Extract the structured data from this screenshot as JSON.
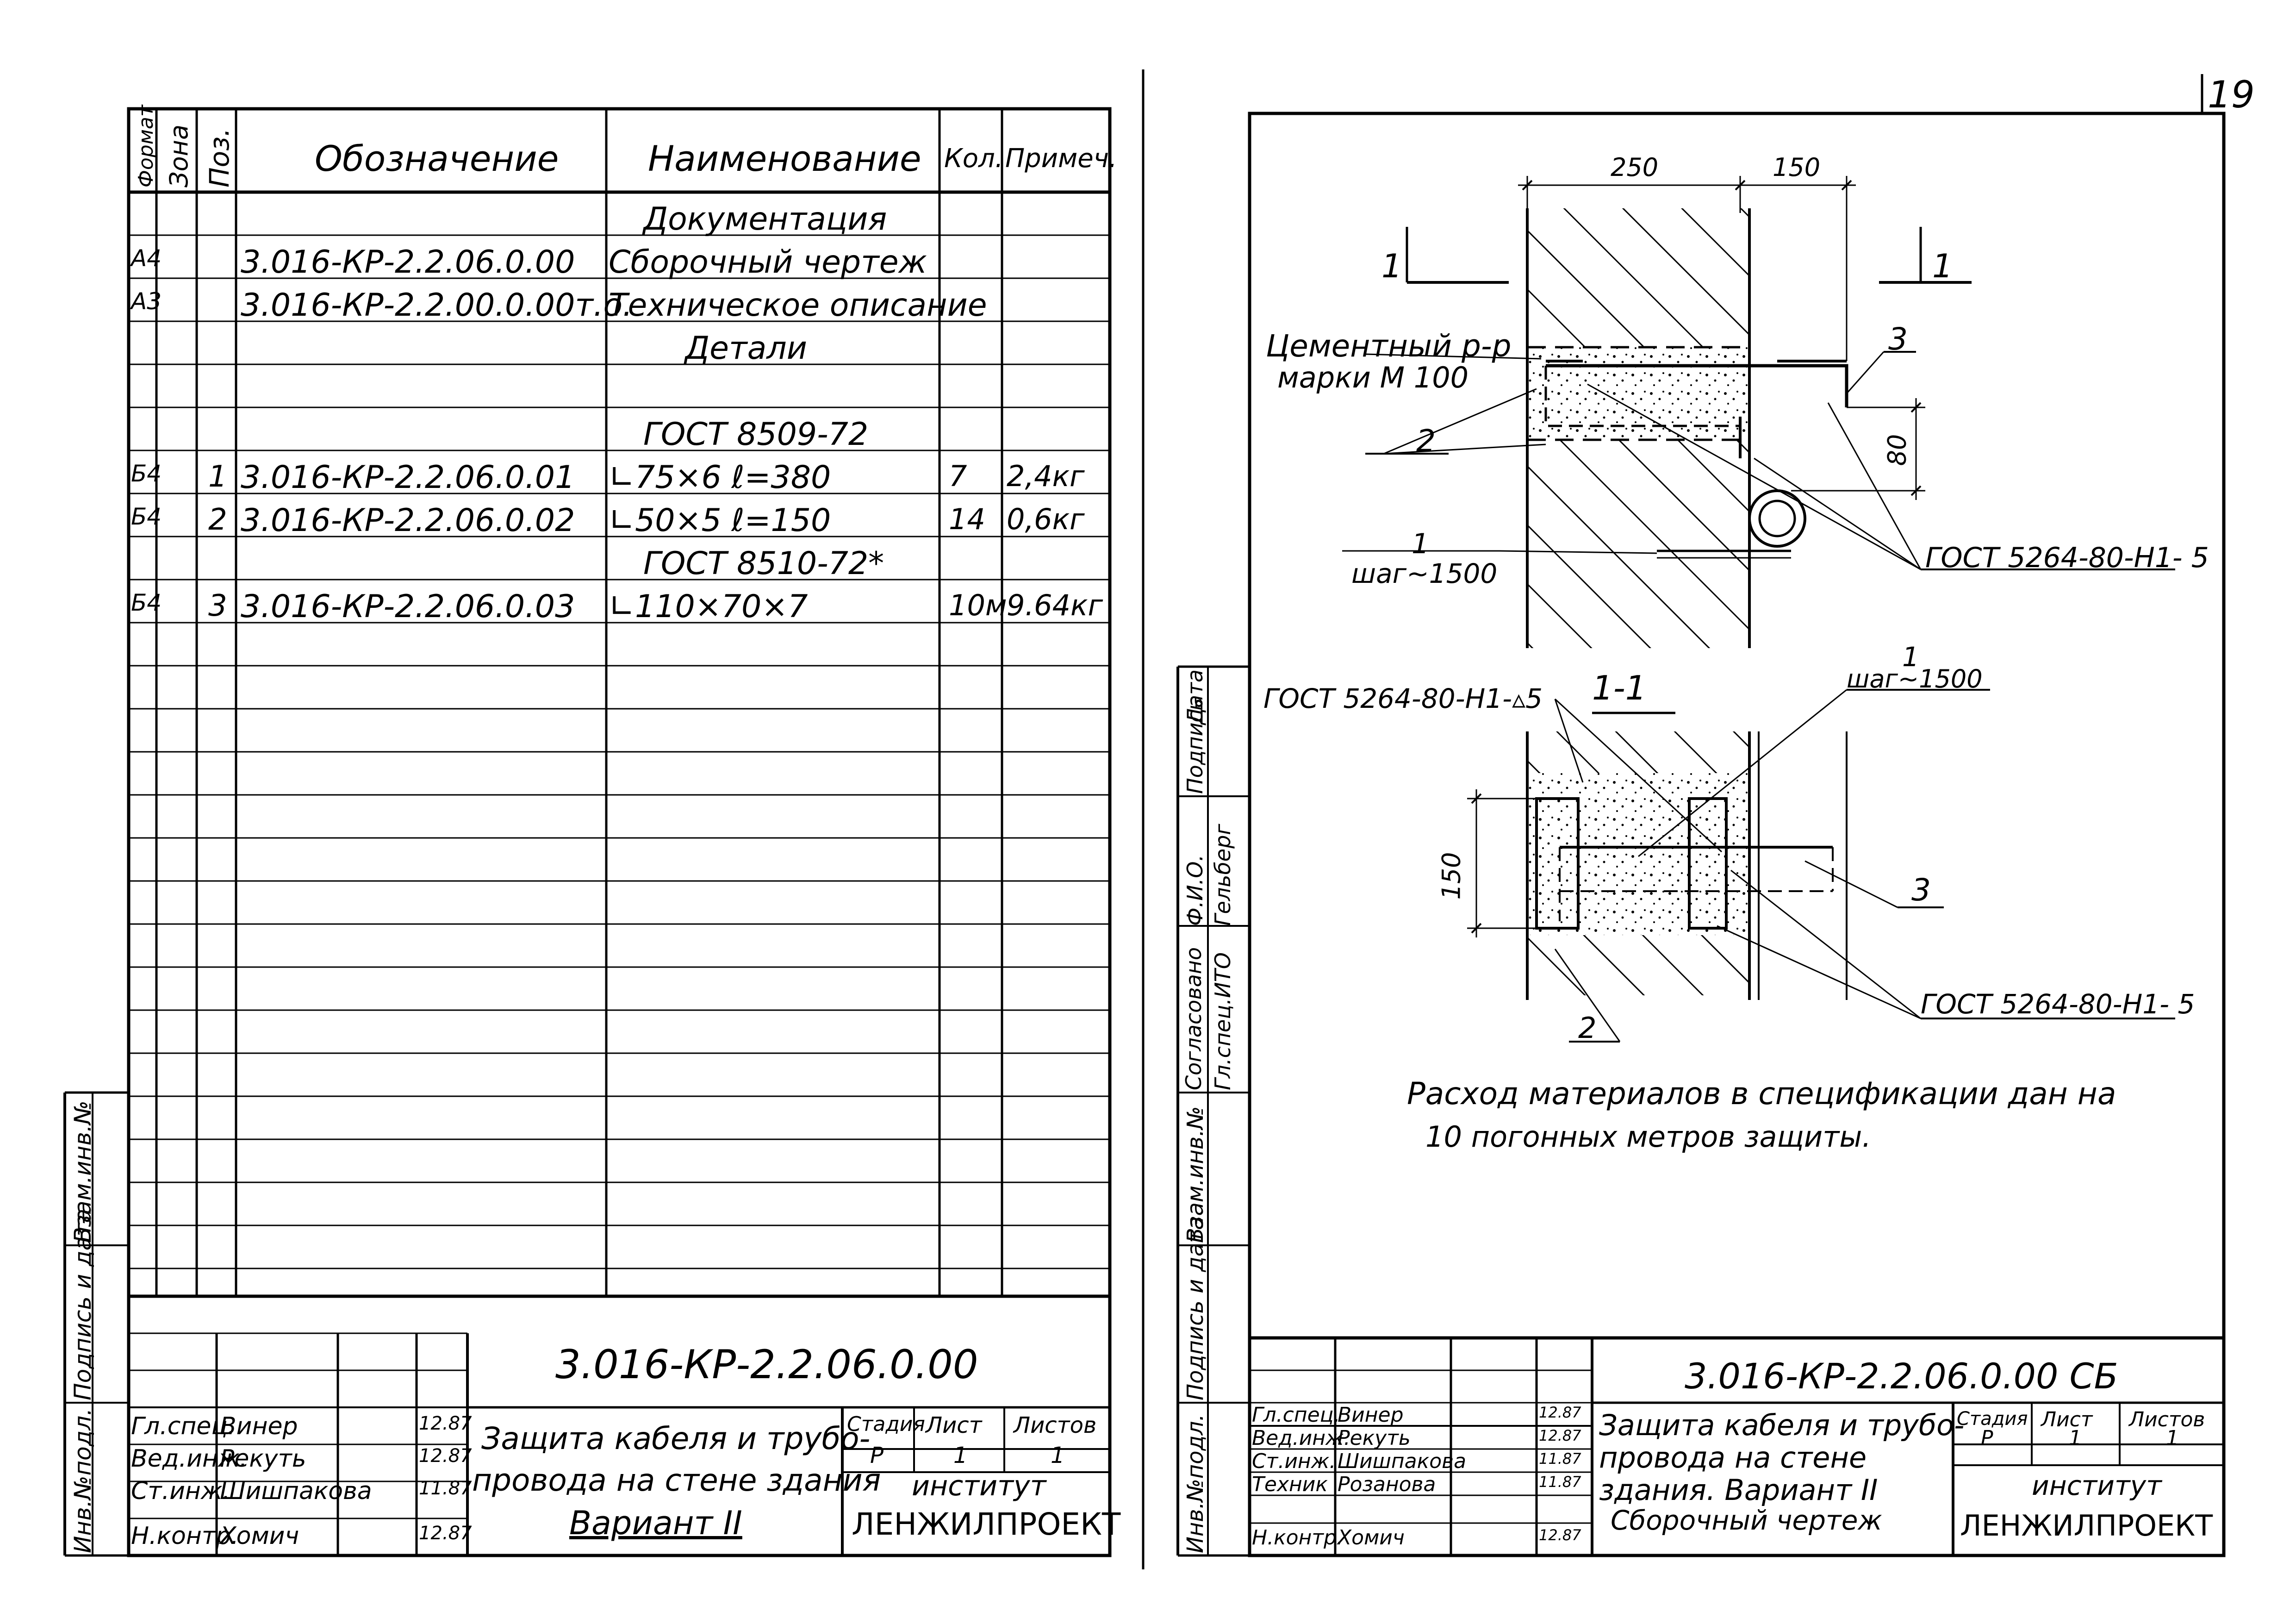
{
  "page_number": "19",
  "spec": {
    "headers": {
      "format": "Формат",
      "zone": "Зона",
      "pos": "Поз.",
      "designation": "Обозначение",
      "name": "Наименование",
      "qty": "Кол.",
      "note": "Примеч."
    },
    "rows": [
      {
        "format": "",
        "zone": "",
        "pos": "",
        "designation": "",
        "name": "Документация",
        "qty": "",
        "note": ""
      },
      {
        "format": "А4",
        "zone": "",
        "pos": "",
        "designation": "3.016-КР-2.2.06.0.00",
        "name": "Сборочный чертеж",
        "qty": "",
        "note": ""
      },
      {
        "format": "А3",
        "zone": "",
        "pos": "",
        "designation": "3.016-КР-2.2.00.0.00т.о.",
        "name": "Техническое описание",
        "qty": "",
        "note": ""
      },
      {
        "format": "",
        "zone": "",
        "pos": "",
        "designation": "",
        "name": "Детали",
        "qty": "",
        "note": ""
      },
      {
        "format": "",
        "zone": "",
        "pos": "",
        "designation": "",
        "name": "ГОСТ 8509-72",
        "qty": "",
        "note": ""
      },
      {
        "format": "Б4",
        "zone": "",
        "pos": "1",
        "designation": "3.016-КР-2.2.06.0.01",
        "name": "∟75×6   ℓ=380",
        "qty": "7",
        "note": "2,4кг"
      },
      {
        "format": "Б4",
        "zone": "",
        "pos": "2",
        "designation": "3.016-КР-2.2.06.0.02",
        "name": "∟50×5   ℓ=150",
        "qty": "14",
        "note": "0,6кг"
      },
      {
        "format": "",
        "zone": "",
        "pos": "",
        "designation": "",
        "name": "ГОСТ 8510-72*",
        "qty": "",
        "note": ""
      },
      {
        "format": "Б4",
        "zone": "",
        "pos": "3",
        "designation": "3.016-КР-2.2.06.0.03",
        "name": "∟110×70×7",
        "qty": "10м",
        "note": "9.64кг"
      }
    ]
  },
  "left_stamp": {
    "code": "3.016-КР-2.2.06.0.00",
    "title_line1": "Защита кабеля и трубо-",
    "title_line2": "провода на стене здания",
    "title_line3": "Вариант II",
    "stage_label": "Стадия",
    "sheet_label": "Лист",
    "sheets_label": "Листов",
    "stage": "Р",
    "sheet": "1",
    "sheets": "1",
    "org_line1": "институт",
    "org_line2": "ЛЕНЖИЛПРОЕКТ",
    "people": [
      {
        "role": "Гл.спец.",
        "name": "Винер",
        "date": "12.87"
      },
      {
        "role": "Вед.инж.",
        "name": "Рекуть",
        "date": "12.87"
      },
      {
        "role": "Ст.инж.",
        "name": "Шишпакова",
        "date": "11.87"
      },
      {
        "role": "Н.контр.",
        "name": "Хомич",
        "date": "12.87"
      }
    ]
  },
  "right_stamp": {
    "code": "3.016-КР-2.2.06.0.00 СБ",
    "title_line1": "Защита кабеля и трубо-",
    "title_line2": "провода на стене",
    "title_line3": "здания. Вариант II",
    "title_line4": "Сборочный чертеж",
    "stage_label": "Стадия",
    "sheet_label": "Лист",
    "sheets_label": "Листов",
    "stage": "Р",
    "sheet": "1",
    "sheets": "1",
    "org_line1": "институт",
    "org_line2": "ЛЕНЖИЛПРОЕКТ",
    "people": [
      {
        "role": "Гл.спец.",
        "name": "Винер",
        "date": "12.87"
      },
      {
        "role": "Вед.инж.",
        "name": "Рекуть",
        "date": "12.87"
      },
      {
        "role": "Ст.инж.",
        "name": "Шишпакова",
        "date": "11.87"
      },
      {
        "role": "Техник",
        "name": "Розанова",
        "date": "11.87"
      },
      {
        "role": "Н.контр.",
        "name": "Хомич",
        "date": "12.87"
      }
    ]
  },
  "side_labels": {
    "inv_podl": "Инв.№подл.",
    "podpis_data": "Подпись и дата",
    "vzam_inv": "Взам.инв.№",
    "soglasovano": "Согласовано",
    "gl_spec_ito": "Гл.спец.ИТО",
    "fio": "Ф.И.О.",
    "fio_name": "Гельберг",
    "podpis": "Подпись",
    "data": "Дата"
  },
  "drawing": {
    "dim_250": "250",
    "dim_150": "150",
    "dim_80": "80",
    "dim_150_section": "150",
    "section_mark": "1",
    "section_title": "1-1",
    "label_cement_1": "Цементный р-р",
    "label_cement_2": "марки М 100",
    "label_pos1": "1",
    "label_pos2": "2",
    "label_pos3": "3",
    "label_step": "шаг~1500",
    "label_gost_top": "ГОСТ 5264-80-Н1-  5",
    "label_gost_section_left": "ГОСТ 5264-80-Н1-▵5",
    "label_gost_section_right": "ГОСТ 5264-80-Н1-  5",
    "note_line1": "Расход материалов в спецификации дан на",
    "note_line2": "10 погонных метров защиты."
  }
}
